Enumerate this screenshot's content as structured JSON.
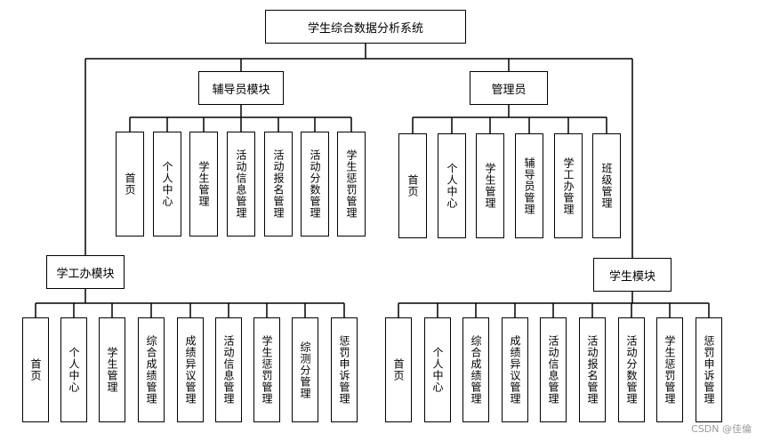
{
  "root": "学生综合数据分析系统",
  "modules": {
    "counselor": {
      "title": "辅导员模块",
      "items": [
        "首页",
        "个人中心",
        "学生管理",
        "活动信息管理",
        "活动报名管理",
        "活动分数管理",
        "学生惩罚管理"
      ]
    },
    "admin": {
      "title": "管理员",
      "items": [
        "首页",
        "个人中心",
        "学生管理",
        "辅导员管理",
        "学工办管理",
        "班级管理"
      ]
    },
    "office": {
      "title": "学工办模块",
      "items": [
        "首页",
        "个人中心",
        "学生管理",
        "综合成绩管理",
        "成绩异议管理",
        "活动信息管理",
        "学生惩罚管理",
        "综测分管理",
        "惩罚申诉管理"
      ]
    },
    "student": {
      "title": "学生模块",
      "items": [
        "首页",
        "个人中心",
        "综合成绩管理",
        "成绩异议管理",
        "活动信息管理",
        "活动报名管理",
        "活动分数管理",
        "学生惩罚管理",
        "惩罚申诉管理"
      ]
    }
  },
  "watermark": "CSDN @佳倫"
}
